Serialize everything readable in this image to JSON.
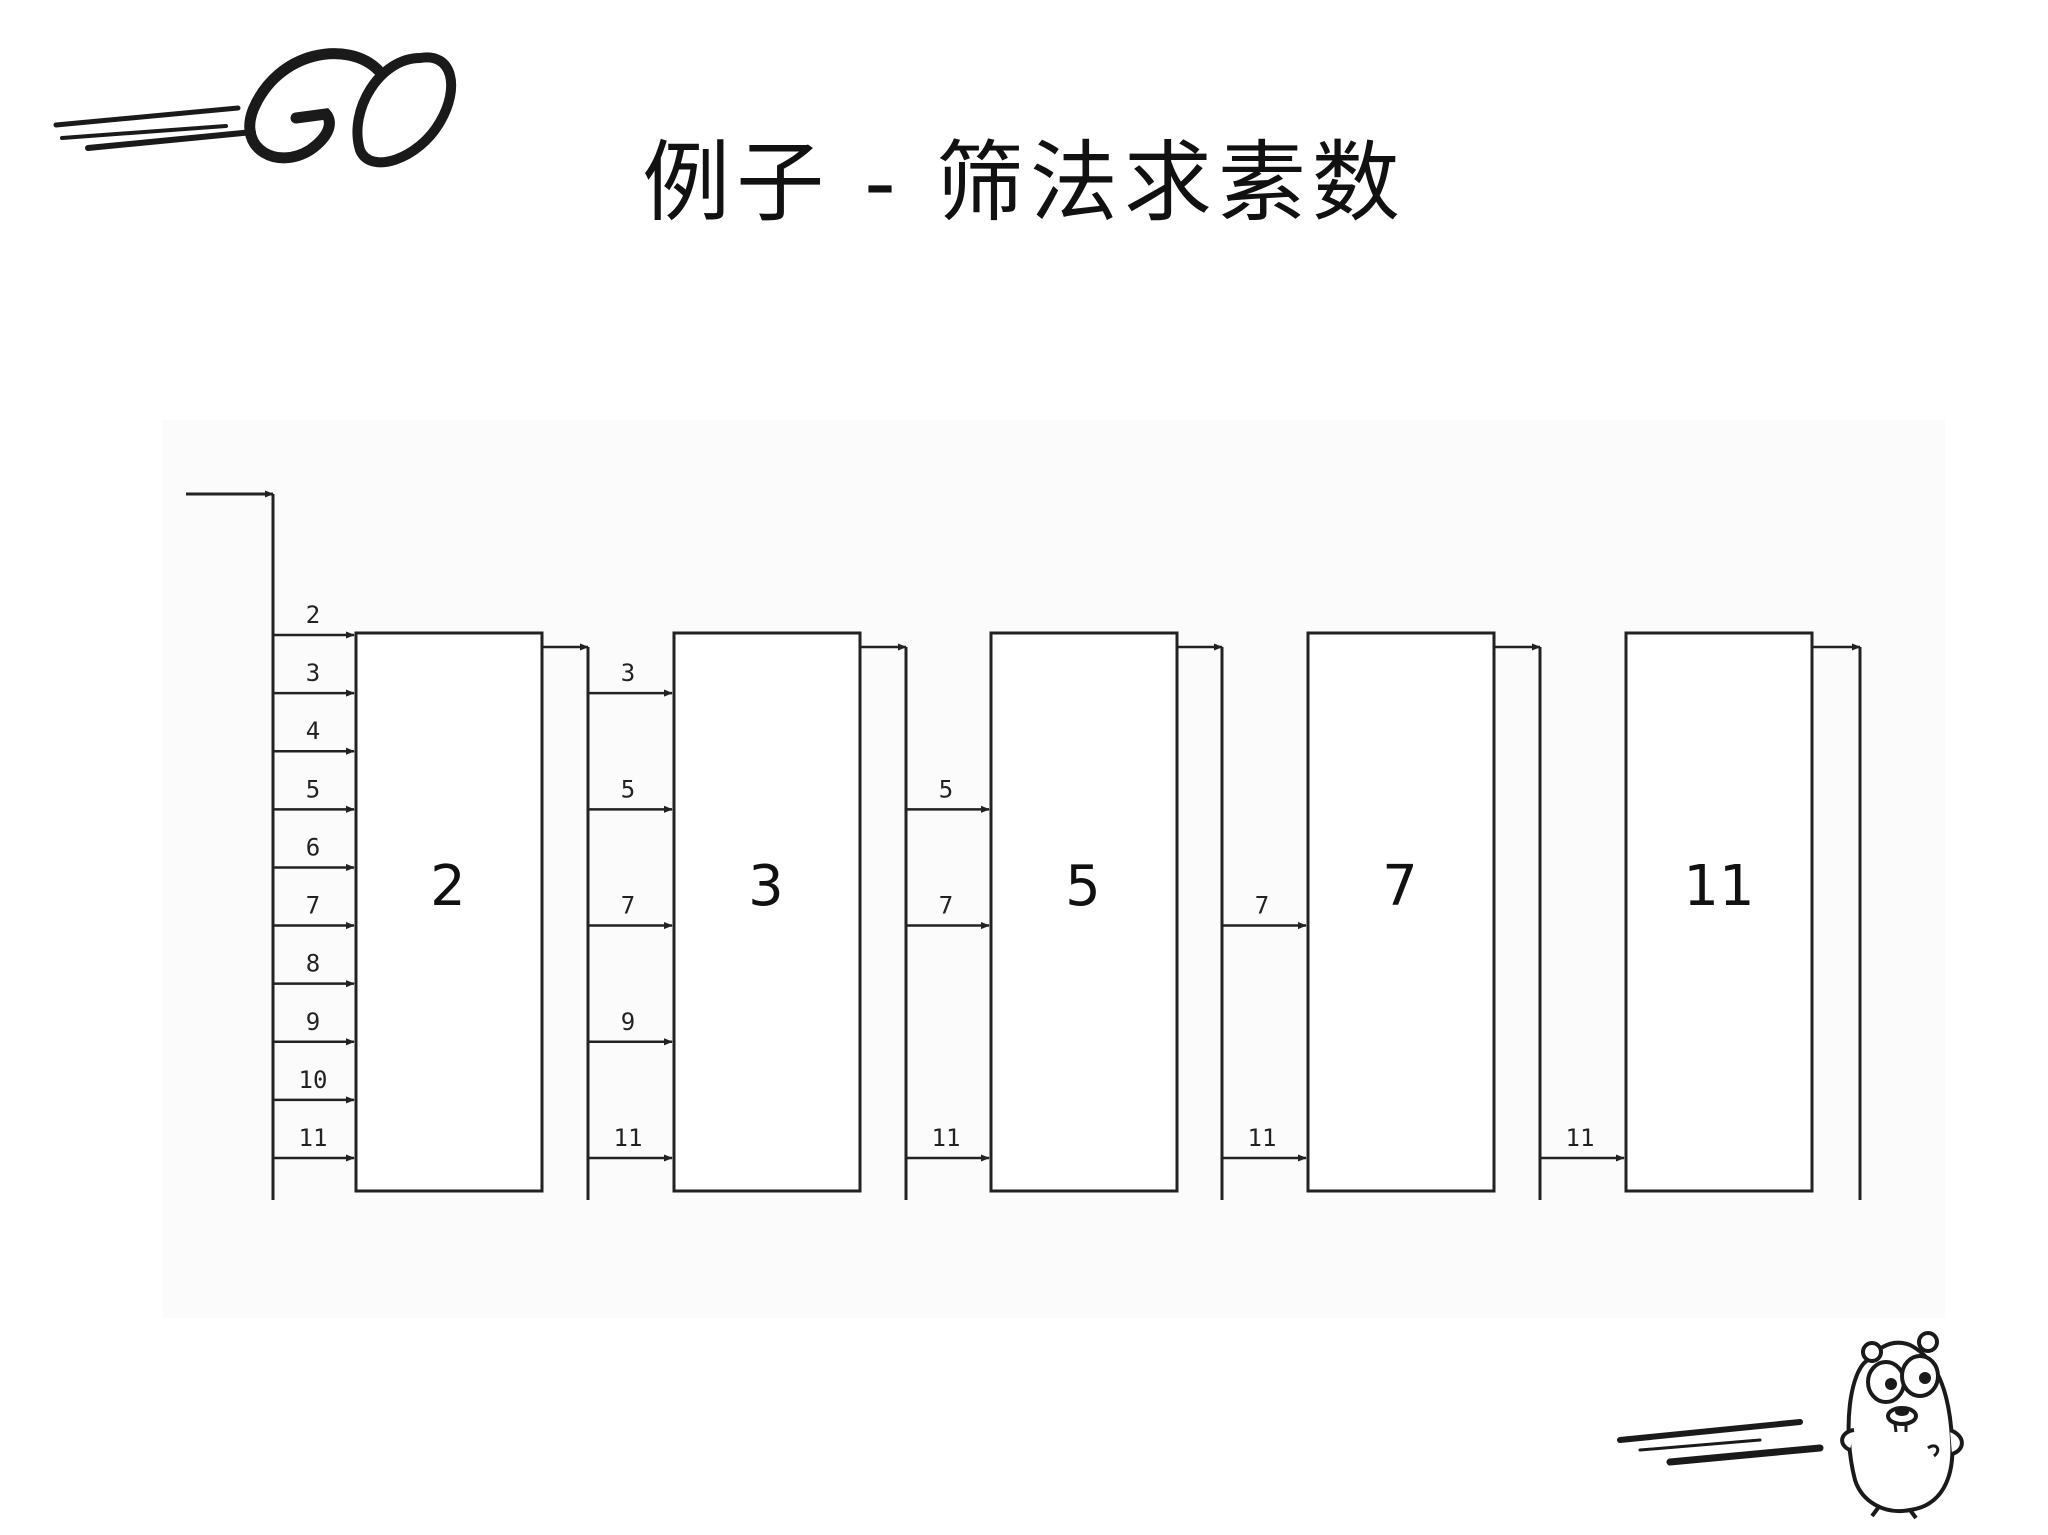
{
  "slide": {
    "title": "例子 - 筛法求素数",
    "logo_text": "GO"
  },
  "diagram": {
    "filters": [
      {
        "prime": "2",
        "inputs": [
          "2",
          "3",
          "4",
          "5",
          "6",
          "7",
          "8",
          "9",
          "10",
          "11"
        ]
      },
      {
        "prime": "3",
        "inputs": [
          "3",
          "5",
          "7",
          "9",
          "11"
        ]
      },
      {
        "prime": "5",
        "inputs": [
          "5",
          "7",
          "11"
        ]
      },
      {
        "prime": "7",
        "inputs": [
          "7",
          "11"
        ]
      },
      {
        "prime": "11",
        "inputs": [
          "11"
        ]
      }
    ]
  },
  "mascot": {
    "icon": "gopher-mascot-icon"
  },
  "colors": {
    "ink": "#111111",
    "line": "#222222",
    "background": "#ffffff"
  }
}
